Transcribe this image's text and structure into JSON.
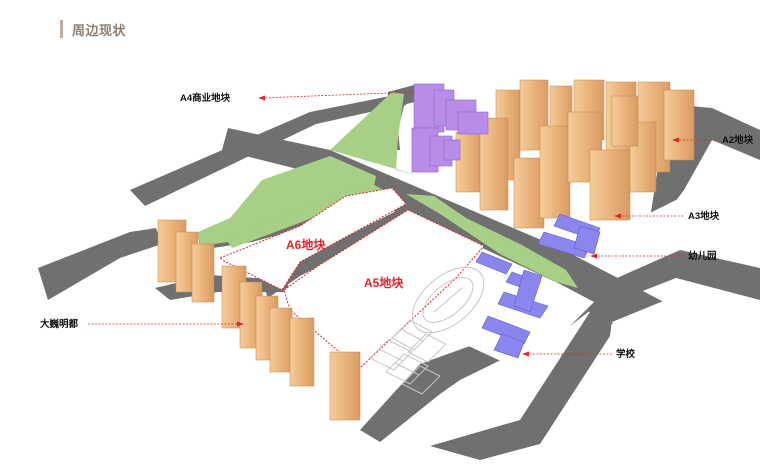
{
  "header": {
    "title": "周边现状"
  },
  "labels": {
    "a4": "A4商业地块",
    "a2": "A2地块",
    "a3": "A3地块",
    "kindergarten": "幼儿园",
    "daweimingdu": "大巍明都",
    "school": "学校",
    "a6": "A6地块",
    "a5": "A5地块"
  },
  "colors": {
    "road": "#6f6f6f",
    "green": "#a6cf84",
    "residential": "#f3c089",
    "commercial": "#b78de8",
    "school": "#8a86ee",
    "plot_border": "#e2232a",
    "callout_line": "#e2232a",
    "header_bar": "#b9ada4"
  }
}
